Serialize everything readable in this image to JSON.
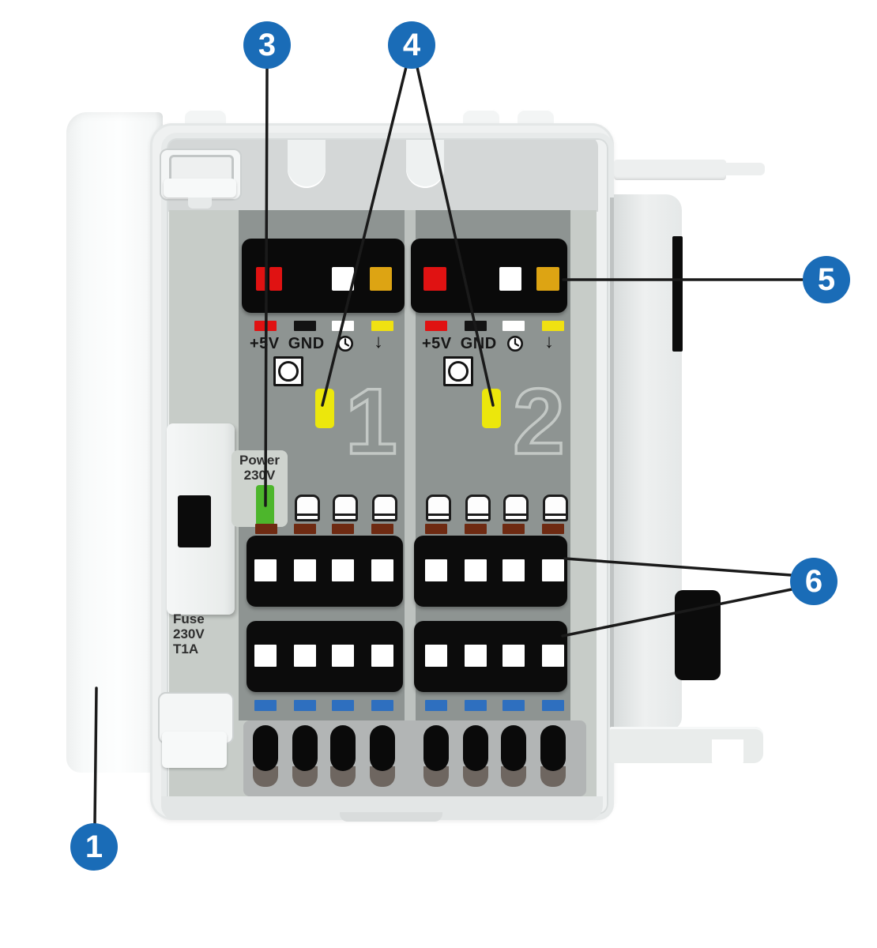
{
  "callouts": [
    {
      "number": "1"
    },
    {
      "number": "3"
    },
    {
      "number": "4"
    },
    {
      "number": "5"
    },
    {
      "number": "6"
    }
  ],
  "labels": {
    "power_line1": "Power",
    "power_line2": "230V",
    "fuse_line1": "Fuse",
    "fuse_line2": "230V",
    "fuse_line3": "T1A",
    "down_arrow": "↓"
  },
  "channels": [
    {
      "number": "1",
      "io_header": "+5V GND",
      "lamp_count": 3
    },
    {
      "number": "2",
      "io_header": "+5V GND",
      "lamp_count": 4
    }
  ],
  "colors": {
    "callout_blue": "#1a6cb7",
    "line_black": "#1a1a1a",
    "wire_red": "#e01212",
    "wire_white": "#ffffff",
    "wire_amber": "#dda413",
    "pad_black": "#131313",
    "pad_yellow": "#f0e112",
    "led_yellow": "#ece70c",
    "led_green": "#4db62c",
    "pad_brown": "#6e2a12",
    "pad_blue": "#2e6fbf",
    "numeral_outline": "#c3c8c5"
  }
}
